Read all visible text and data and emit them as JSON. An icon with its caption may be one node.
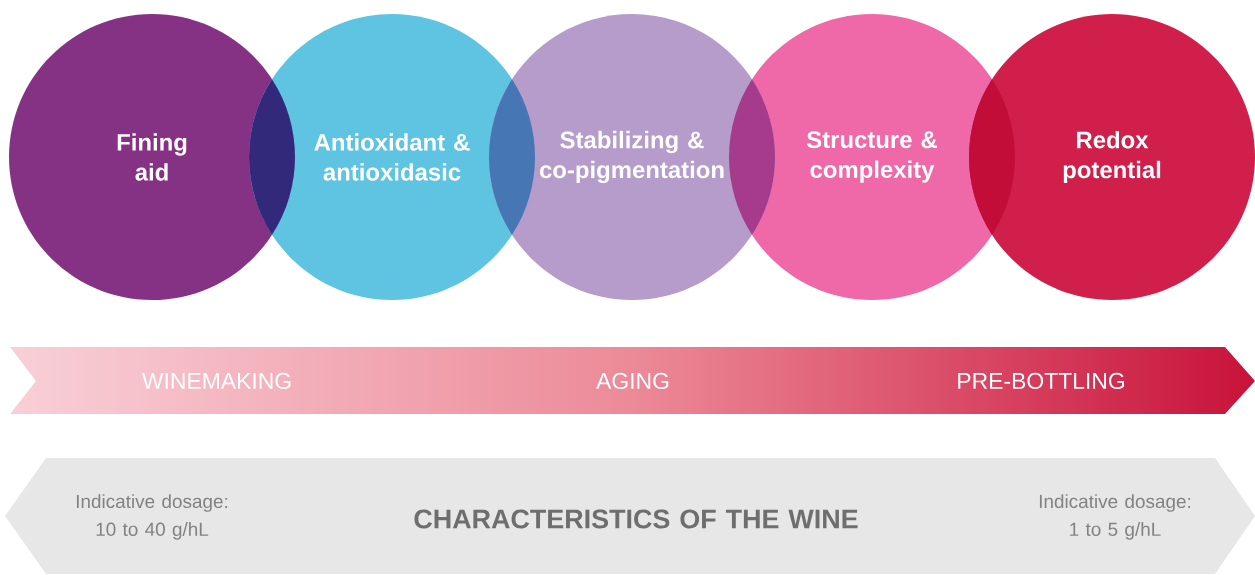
{
  "diagram": {
    "nodes": [
      {
        "text": [
          "Fining aid"
        ]
      },
      {
        "text": [
          "Antioxidant & antioxidasic"
        ]
      },
      {
        "text": [
          "Stabilizing & co-pigmentation"
        ]
      },
      {
        "text": [
          "Structure & complexity"
        ]
      },
      {
        "text": [
          "Redox potential"
        ]
      },
      {
        "text": [
          "WINEMAKING",
          "AGING",
          "PRE-BOTTLING"
        ]
      },
      {
        "text": [
          "Indicative dosage: 10 to 40 g/hL",
          "CHARACTERISTICS OF THE WINE",
          "Indicative dosage: 1 to 5 g/hL"
        ]
      }
    ]
  }
}
